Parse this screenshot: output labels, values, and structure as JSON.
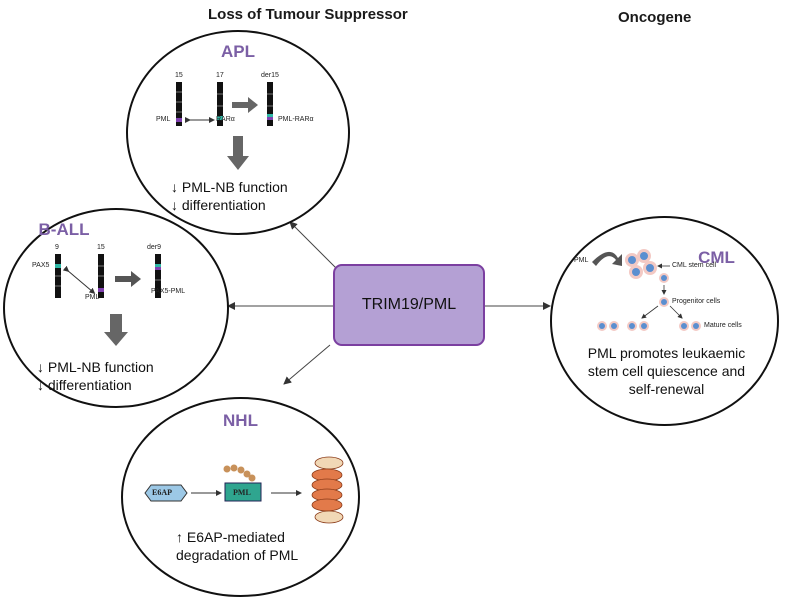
{
  "headers": {
    "left": "Loss of Tumour Suppressor",
    "right": "Oncogene"
  },
  "center": {
    "label": "TRIM19/PML"
  },
  "apl": {
    "title": "APL",
    "chr_labels": [
      "15",
      "17",
      "der15"
    ],
    "gene_labels": [
      "PML",
      "RARα",
      "PML-RARα"
    ],
    "effects": [
      "↓ PML-NB function",
      "↓ differentiation"
    ]
  },
  "ball": {
    "title": "B-ALL",
    "chr_labels": [
      "9",
      "15",
      "der9"
    ],
    "gene_labels": [
      "PAX5",
      "PML",
      "PAX5-PML"
    ],
    "effects": [
      "↓ PML-NB function",
      "↓ differentiation"
    ]
  },
  "nhl": {
    "title": "NHL",
    "box_labels": [
      "E6AP",
      "PML"
    ],
    "effects": [
      "↑ E6AP-mediated",
      "degradation of PML"
    ]
  },
  "cml": {
    "title": "CML",
    "pml_label": "PML",
    "cell_labels": [
      "CML stem cell",
      "Progenitor cells",
      "Mature cells"
    ],
    "effects": [
      "PML promotes leukaemic",
      "stem cell quiescence and",
      "self-renewal"
    ]
  },
  "colors": {
    "title": "#7b5fa5",
    "center_fill": "#b4a0d4",
    "center_border": "#7b3fa0"
  }
}
